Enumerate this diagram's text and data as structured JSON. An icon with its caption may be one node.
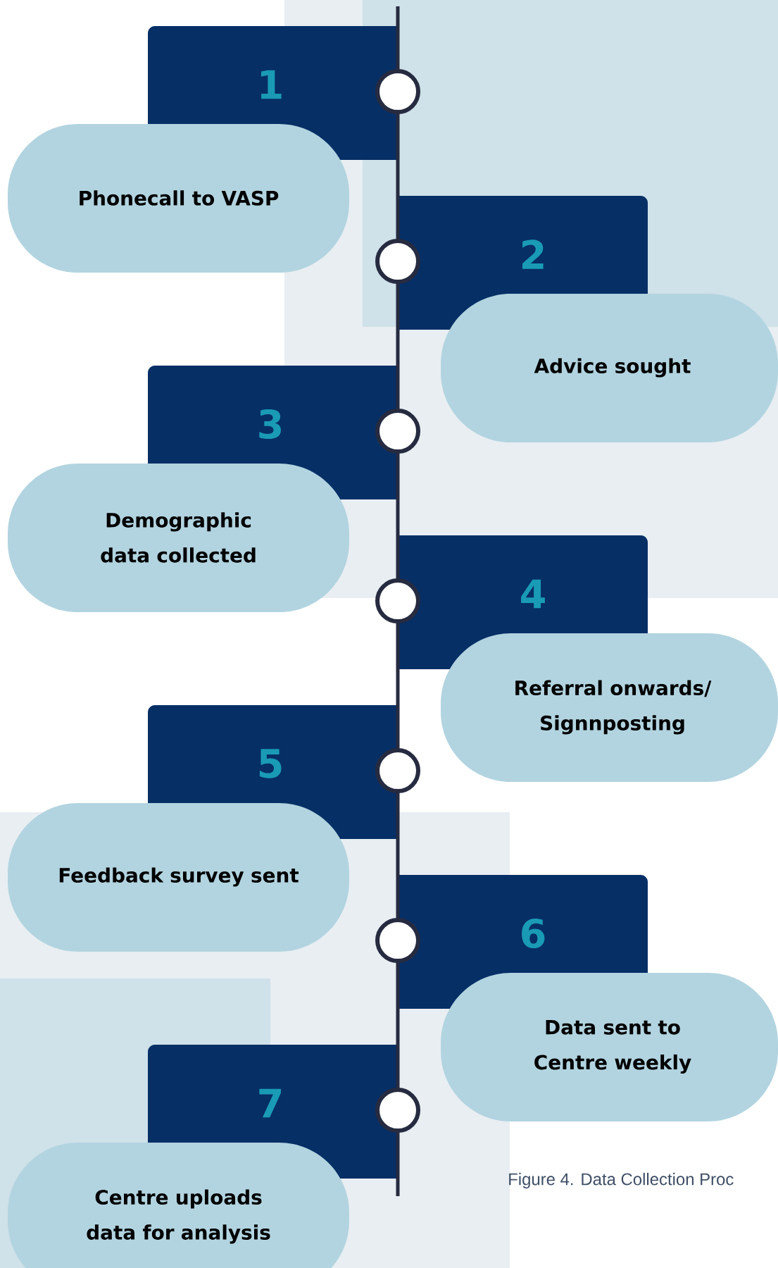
{
  "diagram": {
    "caption": "Figure 4. Data Collection Proc",
    "nodes": [
      {
        "text": [
          "1"
        ]
      },
      {
        "text": [
          "Phonecall to VASP"
        ]
      },
      {
        "text": [
          "2"
        ]
      },
      {
        "text": [
          "Advice sought"
        ]
      },
      {
        "text": [
          "3"
        ]
      },
      {
        "text": [
          "Demographic data collected"
        ]
      },
      {
        "text": [
          "4"
        ]
      },
      {
        "text": [
          "Referral onwards/ Signnposting"
        ]
      },
      {
        "text": [
          "5"
        ]
      },
      {
        "text": [
          "Feedback survey sent"
        ]
      },
      {
        "text": [
          "6"
        ]
      },
      {
        "text": [
          "Data sent to Centre weekly"
        ]
      },
      {
        "text": [
          "7"
        ]
      },
      {
        "text": [
          "Centre uploads data for analysis"
        ]
      }
    ]
  }
}
